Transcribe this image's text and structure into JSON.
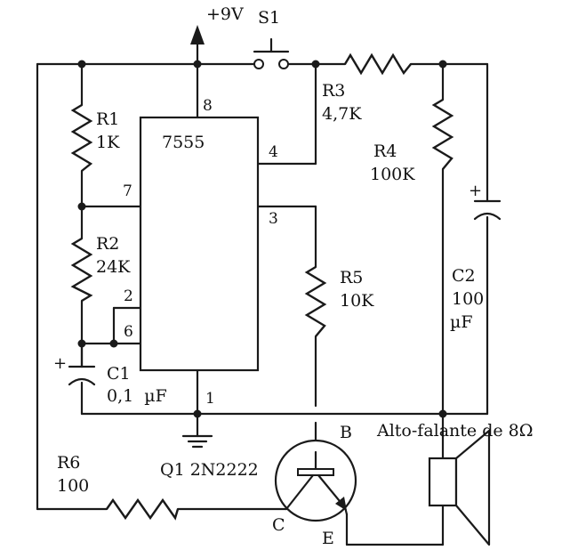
{
  "supply": "+9V",
  "switch": {
    "name": "S1"
  },
  "ic": {
    "name": "7555",
    "pins": {
      "p8": "8",
      "p7": "7",
      "p4": "4",
      "p3": "3",
      "p2": "2",
      "p6": "6",
      "p1": "1"
    }
  },
  "r1": {
    "name": "R1",
    "value": "1K"
  },
  "r2": {
    "name": "R2",
    "value": "24K"
  },
  "r3": {
    "name": "R3",
    "value": "4,7K"
  },
  "r4": {
    "name": "R4",
    "value": "100K"
  },
  "r5": {
    "name": "R5",
    "value": "10K"
  },
  "r6": {
    "name": "R6",
    "value": "100"
  },
  "c1": {
    "name": "C1",
    "value": "0,1  µF",
    "plus": "+"
  },
  "c2": {
    "name": "C2",
    "value": "100",
    "unit": "µF",
    "plus": "+"
  },
  "q1": {
    "label": "Q1  2N2222",
    "b": "B",
    "c": "C",
    "e": "E"
  },
  "speaker": {
    "label": "Alto-falante de 8Ω"
  }
}
